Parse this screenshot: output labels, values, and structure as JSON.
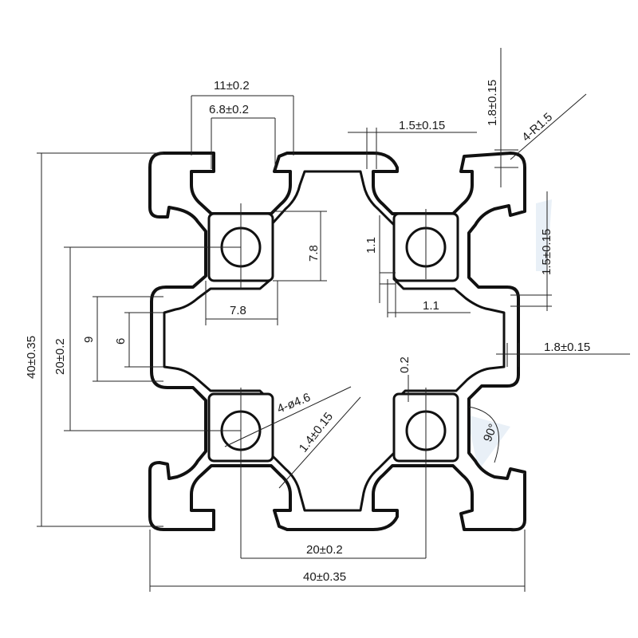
{
  "dimensions": {
    "slot_outer": "11±0.2",
    "slot_inner": "6.8±0.2",
    "top_right_vertical": "1.8±0.15",
    "top_right_radius": "4-R1.5",
    "top_wall": "1.5±0.15",
    "right_wall_upper": "1.5±0.15",
    "core_size_v": "7.8",
    "core_size_h": "7.8",
    "web_v": "1.1",
    "web_h": "1.1",
    "right_wall_lower": "1.8±0.15",
    "height_total": "40±0.35",
    "hole_pitch_v": "20±0.2",
    "slot_depth": "9",
    "slot_opening": "6",
    "small_gap": "0.2",
    "holes": "4-ø4.6",
    "rib_thickness": "1.4±0.15",
    "angle": "90°",
    "hole_pitch_h": "20±0.2",
    "width_total": "40±0.35"
  },
  "colors": {
    "outline": "#111111",
    "watermark": "#c8d8ea"
  }
}
